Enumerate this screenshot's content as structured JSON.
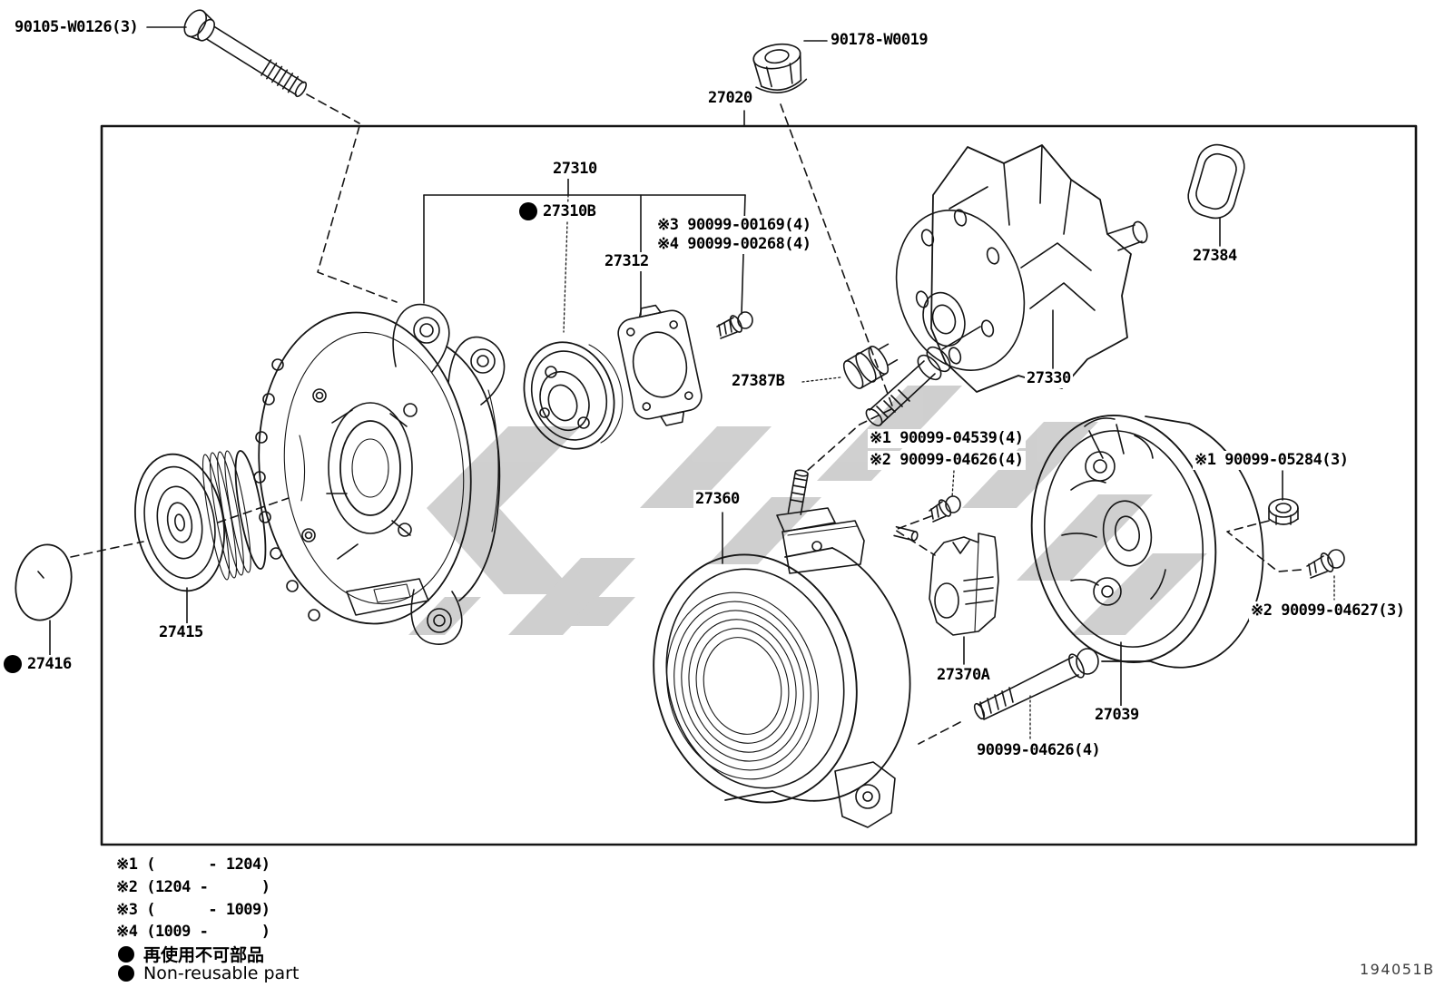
{
  "diagram_code": "194051B",
  "labels": {
    "bolt_90105": "90105-W0126(3)",
    "nut_90178": "90178-W0019",
    "assy_27020": "27020",
    "bracket_27310": "27310",
    "bearing_27310b": "27310B",
    "screw_00169": "※3 90099-00169(4)",
    "screw_00268": "※4 90099-00268(4)",
    "plate_27312": "27312",
    "seal_27384": "27384",
    "rotor_27330": "27330",
    "slipring_27387b": "27387B",
    "screw_04539": "※1 90099-04539(4)",
    "screw_04626a": "※2 90099-04626(4)",
    "nut_05284": "※1 90099-05284(3)",
    "stator_27360": "27360",
    "bolt_04627": "※2 90099-04627(3)",
    "holder_27370a": "27370A",
    "cover_27039": "27039",
    "bolt_04626": "90099-04626(4)",
    "pulley_27415": "27415",
    "cap_27416": "27416"
  },
  "footnotes": {
    "fn1": "※1 (      - 1204)",
    "fn2": "※2 (1204 -      )",
    "fn3": "※3 (      - 1009)",
    "fn4": "※4 (1009 -      )",
    "fn5": "再使用不可部品",
    "fn6": "Non-reusable part"
  },
  "colors": {
    "line": "#151515",
    "watermark": "#c4c4c4"
  }
}
